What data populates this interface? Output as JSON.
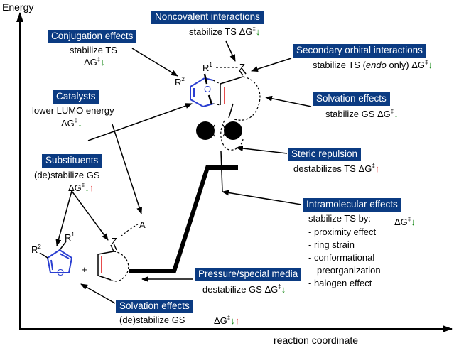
{
  "axes": {
    "y_label": "Energy",
    "x_label": "reaction coordinate"
  },
  "symbols": {
    "delta_g": "ΔG",
    "ddagger": "‡",
    "down_arrow": "↓",
    "up_arrow": "↑"
  },
  "colors": {
    "header_bg": "#0b3b82",
    "decrease": "#1a8a1a",
    "increase": "#e02020",
    "diene": "#2b3fd1",
    "dienophile_bond": "#e02020"
  },
  "molecule_labels": {
    "r1_ts": "R",
    "r1_ts_sub": "1",
    "r2_ts": "R",
    "r2_ts_sub": "2",
    "o_ts": "O",
    "z_ts": "Z",
    "r1_reac": "R",
    "r1_reac_sub": "1",
    "r2_reac": "R",
    "r2_reac_sub": "2",
    "o_reac": "O",
    "z_reac": "Z",
    "a_reac": "A",
    "plus": "+"
  },
  "boxes": {
    "noncovalent": {
      "title": "Noncovalent interactions",
      "text": "stabilize TS"
    },
    "conjugation": {
      "title": "Conjugation effects",
      "text": "stabilize TS"
    },
    "secondary_orbital": {
      "title": "Secondary orbital interactions",
      "text_before": "stabilize TS (",
      "text_italic": "endo",
      "text_after": " only)"
    },
    "catalysts": {
      "title": "Catalysts",
      "text": "lower LUMO energy"
    },
    "solvation_ts": {
      "title": "Solvation effects",
      "text": "stabilize GS"
    },
    "substituents": {
      "title": "Substituents",
      "text": "(de)stabilize GS"
    },
    "steric": {
      "title": "Steric repulsion",
      "text": "destabilizes TS"
    },
    "intramolecular": {
      "title": "Intramolecular effects",
      "text": "stabilize TS by:",
      "items": [
        "- proximity effect",
        "- ring strain",
        "- conformational",
        "preorganization",
        "- halogen effect"
      ]
    },
    "pressure": {
      "title": "Pressure/special media",
      "text": "destabilize GS"
    },
    "solvation_gs": {
      "title": "Solvation effects",
      "text": "(de)stabilize GS"
    }
  }
}
